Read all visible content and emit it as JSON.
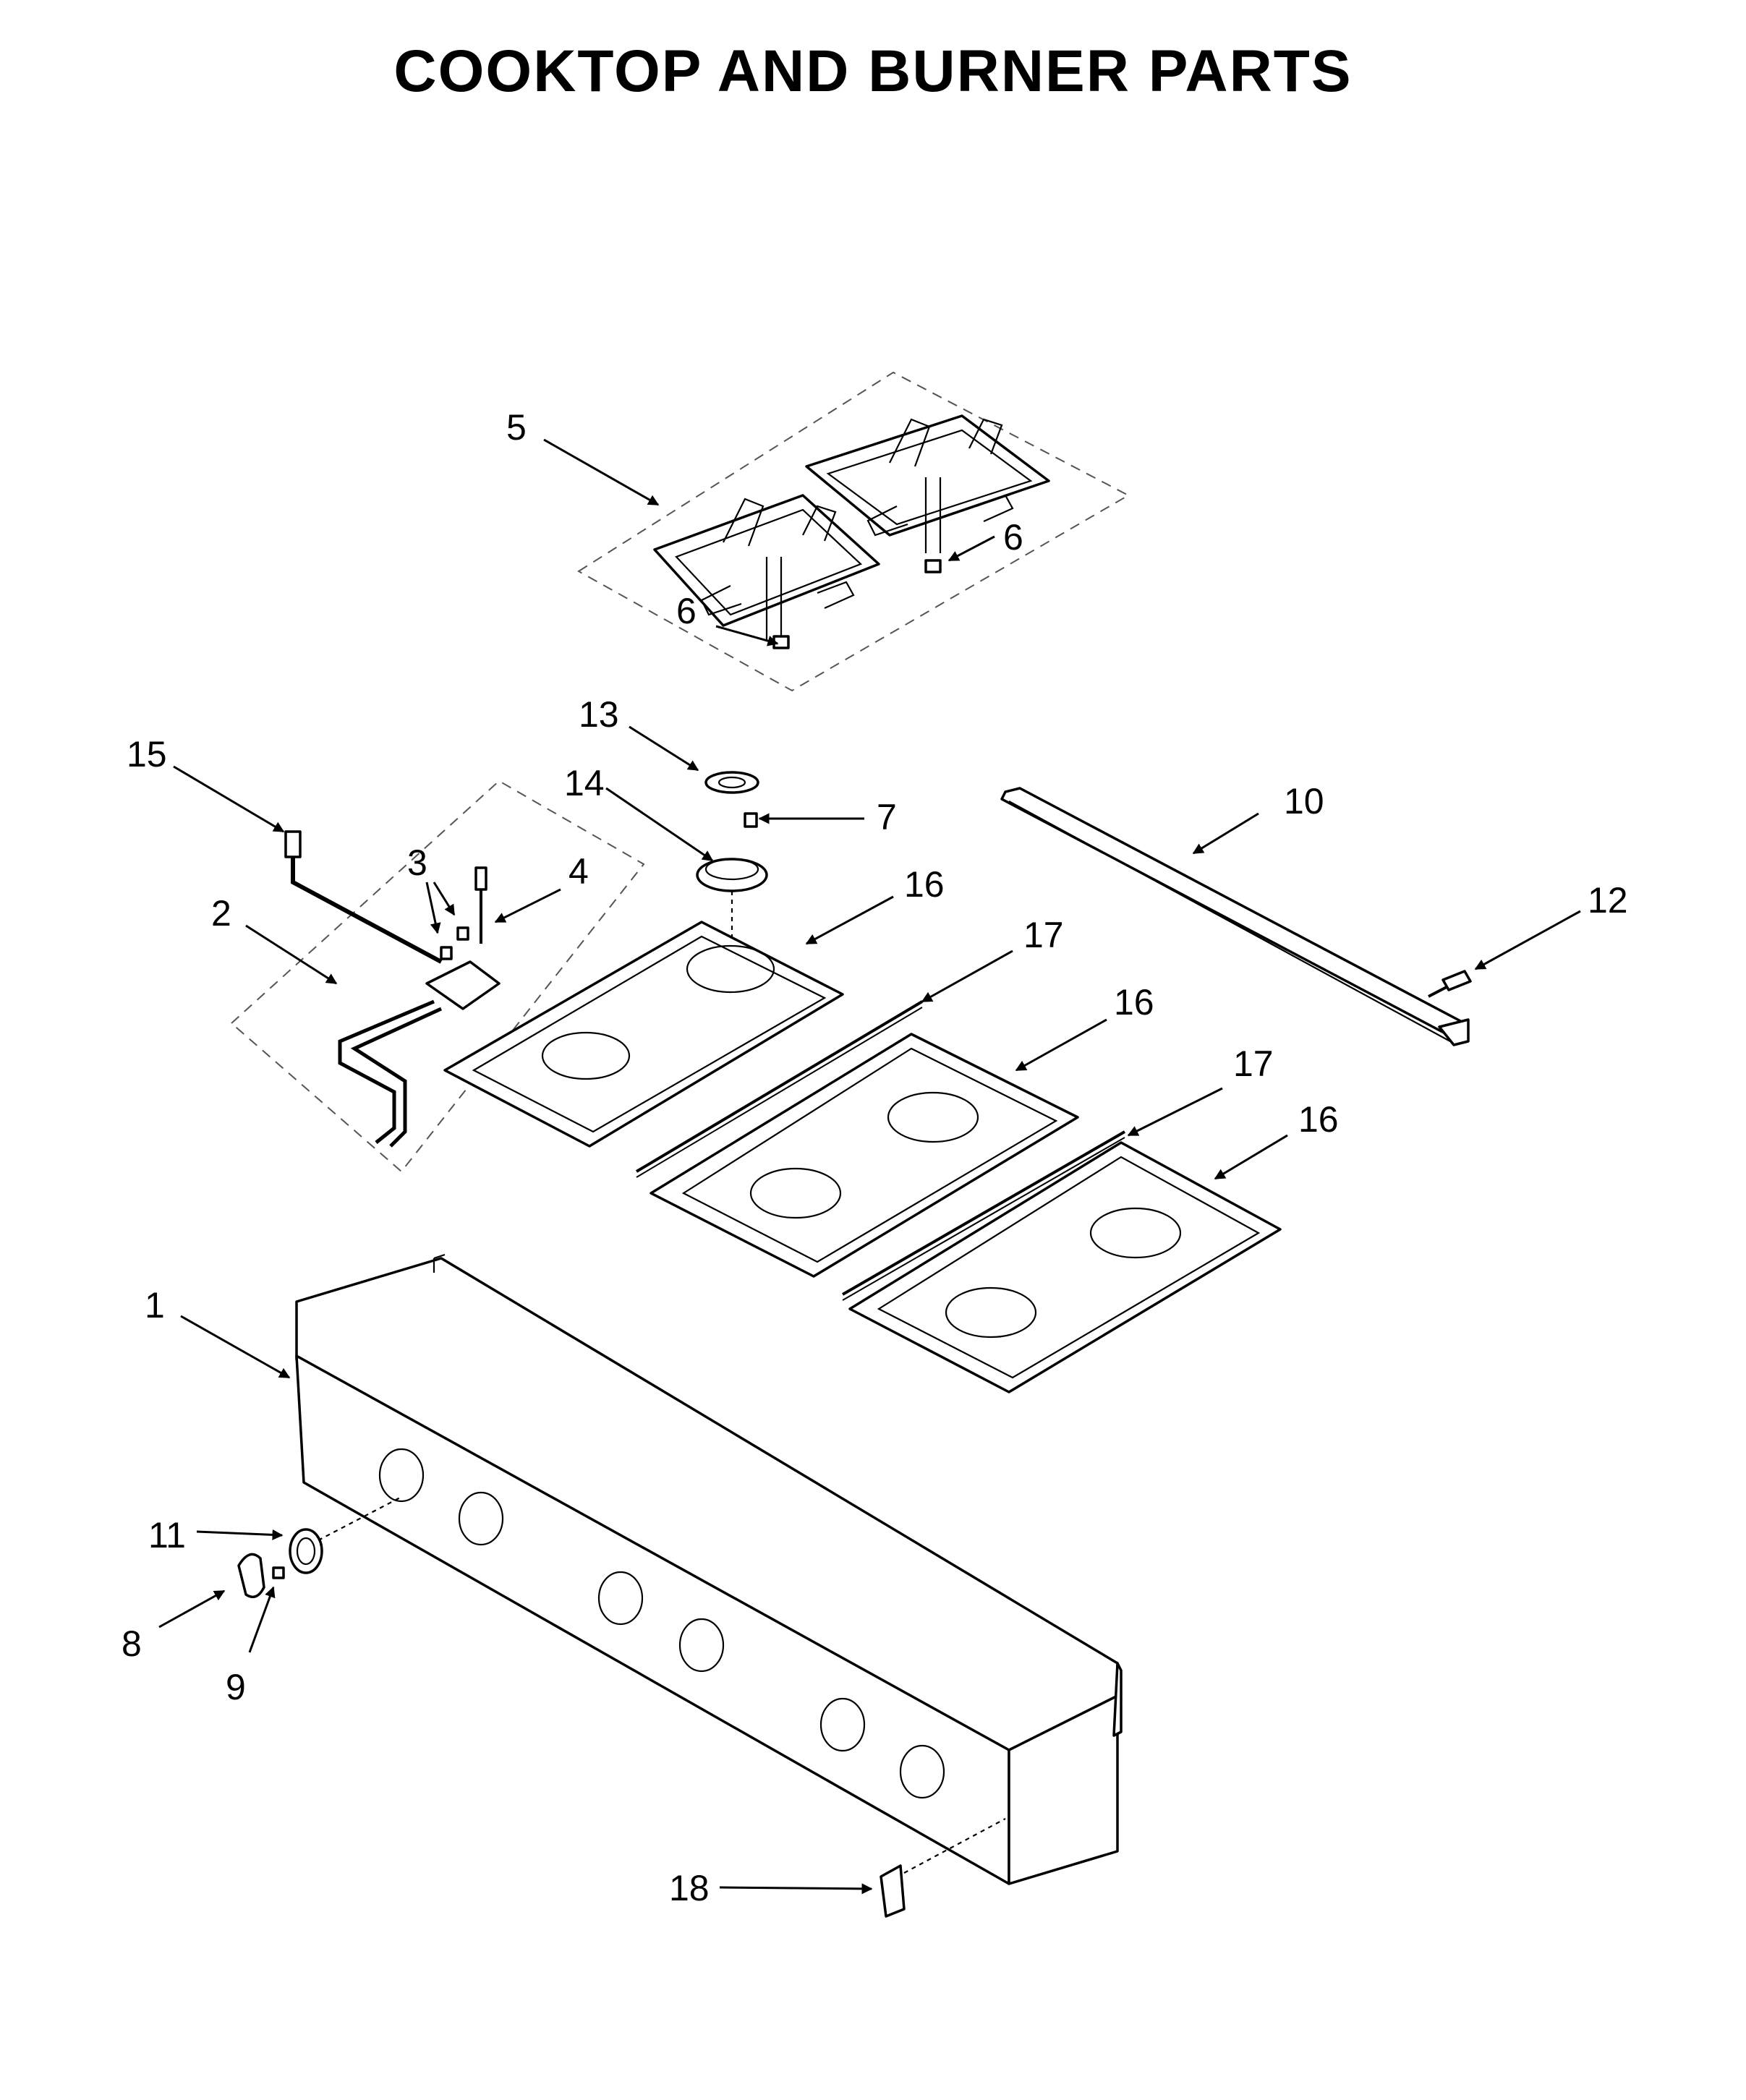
{
  "title": "COOKTOP AND BURNER PARTS",
  "callouts": {
    "c1": "1",
    "c2": "2",
    "c3": "3",
    "c4": "4",
    "c5": "5",
    "c6a": "6",
    "c6b": "6",
    "c7": "7",
    "c8": "8",
    "c9": "9",
    "c10": "10",
    "c11": "11",
    "c12": "12",
    "c13": "13",
    "c14": "14",
    "c15": "15",
    "c16a": "16",
    "c16b": "16",
    "c16c": "16",
    "c17a": "17",
    "c17b": "17",
    "c18": "18"
  }
}
